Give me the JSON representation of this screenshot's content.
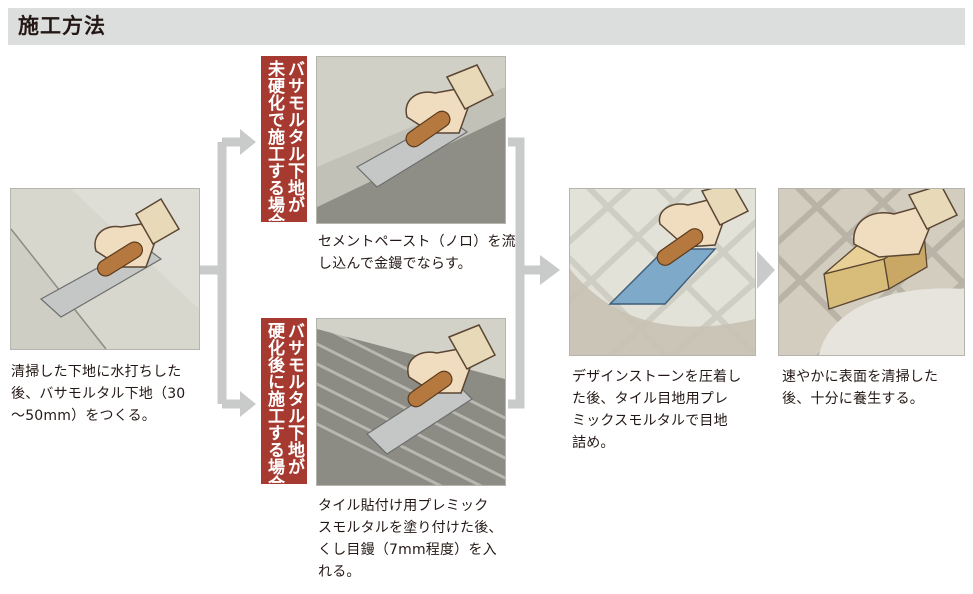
{
  "header": {
    "title": "施工方法"
  },
  "steps": {
    "step1": {
      "caption": [
        "清掃した下地に水打ちした",
        "後、バサモルタル下地（30",
        "～50mm）をつくる。"
      ]
    },
    "step2a": {
      "label": [
        "バサモルタル下地が",
        "未硬化で施工する場合"
      ],
      "caption": [
        "セメントペースト（ノロ）を流",
        "し込んで金鏝でならす。"
      ]
    },
    "step2b": {
      "label": [
        "バサモルタル下地が",
        "硬化後に施工する場合"
      ],
      "caption": [
        "タイル貼付け用プレミック",
        "スモルタルを塗り付けた後、",
        "くし目鏝（7mm程度）を入",
        "れる。"
      ]
    },
    "step3": {
      "caption": [
        "デザインストーンを圧着し",
        "た後、タイル目地用プレ",
        "ミックスモルタルで目地",
        "詰め。"
      ]
    },
    "step4": {
      "caption": [
        "速やかに表面を清掃した",
        "後、十分に養生する。"
      ]
    }
  },
  "colors": {
    "label_bg": "#a63a30",
    "header_bg": "#dcdddd",
    "arrow": "#c9caca",
    "hand": "#f0dcbf",
    "sleeve": "#e8d9b9",
    "handle": "#b5793f",
    "trowel": "#cfd0d0",
    "trowel_blue": "#7fa9c9",
    "sponge": "#e8d097"
  },
  "icons": {
    "hand": "hand-holding-trowel-icon",
    "arrow": "chevron-right-arrow-icon",
    "sponge": "sponge-icon"
  }
}
